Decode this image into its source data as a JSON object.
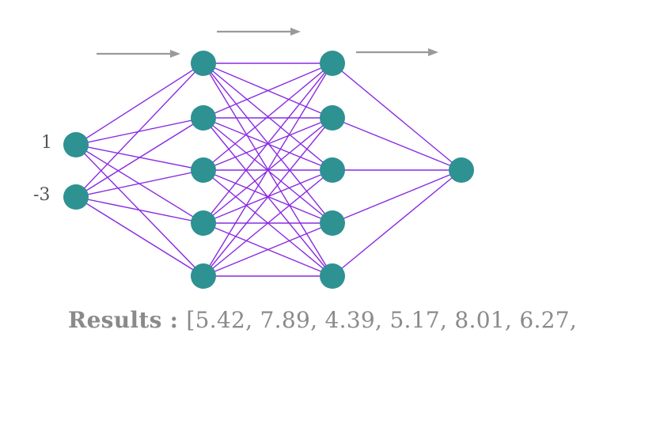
{
  "inputs": [
    "1",
    "-3"
  ],
  "layers": [
    2,
    5,
    5,
    1
  ],
  "results": {
    "label": "Results :",
    "values_text": "[5.42, 7.89,  4.39,  5.17,  8.01, 6.27,"
  },
  "colors": {
    "node": "#2e9192",
    "edge": "#8a2be2",
    "arrow": "#9a9a9a",
    "text": "#8a8a8a"
  }
}
